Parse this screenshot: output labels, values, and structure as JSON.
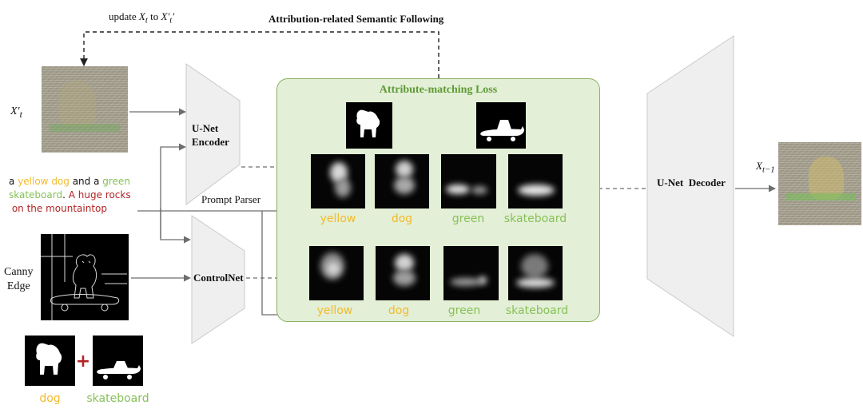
{
  "top_caption": {
    "update_prefix": "update ",
    "x_t": "X",
    "x_t_sub": "t",
    "to": " to ",
    "x_prime": "X′",
    "x_prime_sub": "t",
    "x_prime_suffix": "′",
    "feedback_title": "Attribution-related Semantic Following"
  },
  "input_latent_label": {
    "main": "X′",
    "sub": "t"
  },
  "encoder_label": {
    "line1": "U-Net",
    "line2": "Encoder"
  },
  "prompt": {
    "a1": "a ",
    "w_yellow": "yellow",
    "w_dog": "dog",
    "and1": " and a ",
    "w_green": "green",
    "w_skateboard": "skateboard",
    "period": ". ",
    "rest_line2": "A huge rocks",
    "line3": "on the mountaintop"
  },
  "prompt_parser_label": "Prompt Parser",
  "canny_label": {
    "line1": "Canny",
    "line2": "Edge"
  },
  "controlnet_label": "ControlNet",
  "loss_box_title": "Attribute-matching Loss",
  "attention_row_top": [
    "yellow",
    "dog",
    "green",
    "skateboard"
  ],
  "attention_row_bottom": [
    "yellow",
    "dog",
    "green",
    "skateboard"
  ],
  "decoder_label": "U-Net  Decoder",
  "output_label": {
    "main": "X",
    "sub": "t−1"
  },
  "masks": {
    "plus": "+",
    "left_label": "dog",
    "right_label": "skateboard"
  },
  "colors": {
    "yellow": "#f2bb2c",
    "green": "#87c15a",
    "red": "#b22424",
    "box_fill": "#e3efd6",
    "box_border": "#88b163"
  }
}
